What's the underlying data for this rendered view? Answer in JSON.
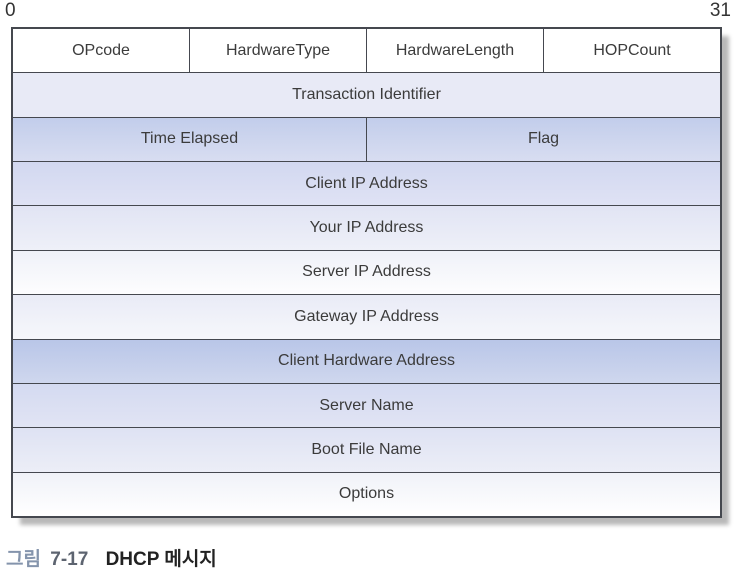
{
  "figure": {
    "bit_ruler": {
      "start": "0",
      "end": "31"
    },
    "rows": [
      {
        "cells": [
          "OPcode",
          "HardwareType",
          "HardwareLength",
          "HOPCount"
        ]
      },
      {
        "cells": [
          "Transaction Identifier"
        ]
      },
      {
        "cells": [
          "Time Elapsed",
          "Flag"
        ]
      },
      {
        "cells": [
          "Client IP Address"
        ]
      },
      {
        "cells": [
          "Your IP Address"
        ]
      },
      {
        "cells": [
          "Server IP Address"
        ]
      },
      {
        "cells": [
          "Gateway IP Address"
        ]
      },
      {
        "cells": [
          "Client Hardware Address"
        ]
      },
      {
        "cells": [
          "Server Name"
        ]
      },
      {
        "cells": [
          "Boot File Name"
        ]
      },
      {
        "cells": [
          "Options"
        ]
      }
    ],
    "caption": {
      "label": "그림",
      "number": "7-17",
      "title": "DHCP 메시지"
    }
  },
  "colors": {
    "border": "#45484f",
    "text": "#3b3b3b",
    "ruler-text": "#333333",
    "shadow": "#b9b9b9",
    "row2": "#e8eaf6",
    "row3a": "#c2cdeb",
    "row3b": "#d8ddf1",
    "row4a": "#d2d8f0",
    "row4b": "#dfe2f4",
    "row5a": "#e1e4f4",
    "row5b": "#eef0f8",
    "row6a": "#eff1f8",
    "row6b": "#fdfdfe",
    "row7a": "#e9ebf6",
    "row7b": "#f6f7fb",
    "row8a": "#b9c6e8",
    "row8b": "#cfd7ee",
    "row9a": "#d4daf1",
    "row9b": "#e1e4f4",
    "row10a": "#dee2f3",
    "row10b": "#eceef7",
    "row11a": "#f0f2f8",
    "row11b": "#ffffff",
    "caption-label": "#8494ac",
    "caption-number": "#5d6470",
    "caption-title": "#222222"
  }
}
